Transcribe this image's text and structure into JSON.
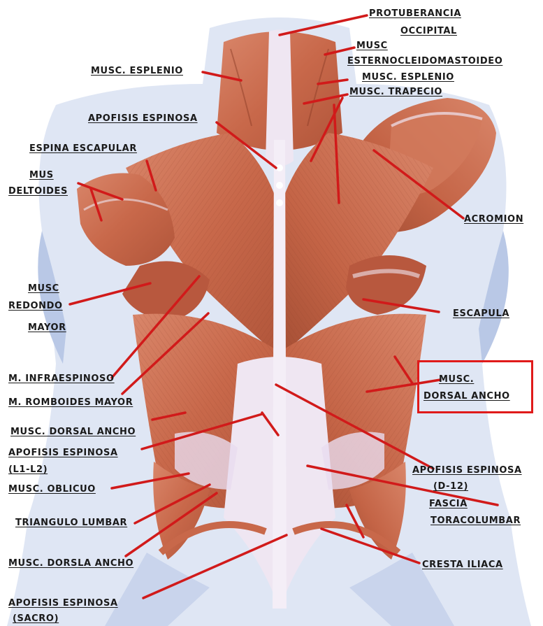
{
  "colors": {
    "muscle": "#c8684a",
    "muscle_dark": "#9a4630",
    "muscle_light": "#e09a7a",
    "tendon": "#efe6f2",
    "skin_shadow": "#b9c8e6",
    "leader_line": "#d11a1a",
    "highlight_box": "#e01a1a"
  },
  "labels": {
    "protuberancia_1": "PROTUBERANCIA",
    "protuberancia_2": "OCCIPITAL",
    "esterno_1": "MUSC",
    "esterno_2": "ESTERNOCLEIDOMASTOIDEO",
    "esplenio_right": "MUSC. ESPLENIO",
    "trapecio": "MUSC. TRAPECIO",
    "esplenio_left": "MUSC. ESPLENIO",
    "apofisis_espinosa": "APOFISIS ESPINOSA",
    "espina_escapular": "ESPINA ESCAPULAR",
    "deltoides_1": "MUS",
    "deltoides_2": "DELTOIDES",
    "acromion": "ACROMION",
    "redondo_1": "MUSC",
    "redondo_2": "REDONDO",
    "redondo_3": "MAYOR",
    "escapula": "ESCAPULA",
    "infraespinoso": "M. INFRAESPINOSO",
    "dorsal_ancho_right_1": "MUSC.",
    "dorsal_ancho_right_2": "DORSAL ANCHO",
    "romboides": "M. ROMBOIDES MAYOR",
    "dorsal_ancho_left": "MUSC. DORSAL ANCHO",
    "apofisis_l1l2_1": "APOFISIS ESPINOSA",
    "apofisis_l1l2_2": "(L1-L2)",
    "apofisis_d12_1": "APOFISIS ESPINOSA",
    "apofisis_d12_2": "(D-12)",
    "oblicuo": "MUSC. OBLICUO",
    "fascia_1": "FASCIA",
    "fascia_2": "TORACOLUMBAR",
    "triangulo": "TRIANGULO LUMBAR",
    "dorsla_ancho": "MUSC. DORSLA ANCHO",
    "cresta": "CRESTA ILIACA",
    "sacro_1": "APOFISIS ESPINOSA",
    "sacro_2": "(SACRO)"
  }
}
